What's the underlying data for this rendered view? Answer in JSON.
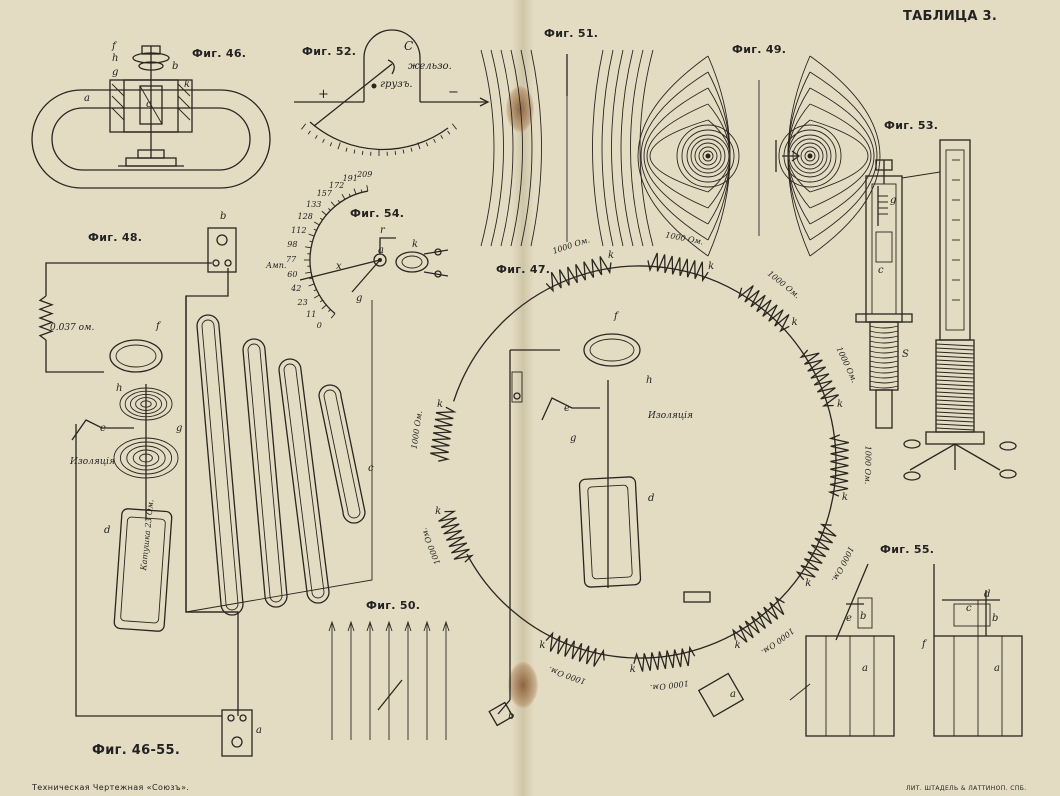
{
  "page": {
    "title": "ТАБЛИЦА 3.",
    "range": "Фиг. 46-55.",
    "footer_left": "Техническая Чертежная «Союзъ».",
    "footer_right": "ЛИТ. ШТАДЕЛЬ & ЛАТТИНОП. СПБ."
  },
  "figures": {
    "f46": {
      "title": "Фиг. 46.",
      "labels": [
        "f",
        "h",
        "g",
        "a",
        "k",
        "c",
        "b"
      ]
    },
    "f52": {
      "title": "Фиг. 52.",
      "c": "С",
      "iron": "жельзо.",
      "weight": "грузъ.",
      "plus": "+",
      "minus": "−"
    },
    "f51": {
      "title": "Фиг. 51."
    },
    "f49": {
      "title": "Фиг. 49."
    },
    "f53": {
      "title": "Фиг. 53.",
      "labels": [
        "g",
        "c",
        "S"
      ]
    },
    "f48": {
      "title": "Фиг. 48.",
      "resistor": "0.037 ом.",
      "insulation": "Изоляція",
      "coil": "Катушка 23 Ом.",
      "labels": [
        "b",
        "f",
        "h",
        "e",
        "g",
        "d",
        "a",
        "c"
      ]
    },
    "f54": {
      "title": "Фиг. 54.",
      "unit": "Амп.",
      "ticks": [
        "209",
        "191",
        "172",
        "157",
        "133",
        "128",
        "112",
        "98",
        "77",
        "60",
        "42",
        "23",
        "11",
        "0"
      ],
      "labels": [
        "r",
        "a",
        "k",
        "x",
        "g"
      ]
    },
    "f47": {
      "title": "Фиг. 47.",
      "insulation": "Изоляція",
      "coil_label": "1000 Ом.",
      "k": "k",
      "labels": [
        "f",
        "h",
        "e",
        "g",
        "d",
        "a",
        "b"
      ]
    },
    "f50": {
      "title": "Фиг. 50."
    },
    "f55": {
      "title": "Фиг. 55.",
      "labels": [
        "e",
        "b",
        "a",
        "c",
        "d",
        "b",
        "f",
        "a"
      ]
    }
  },
  "colors": {
    "paper": "#e4dcc2",
    "ink": "#2a2520",
    "stain": "#8a4e22"
  }
}
